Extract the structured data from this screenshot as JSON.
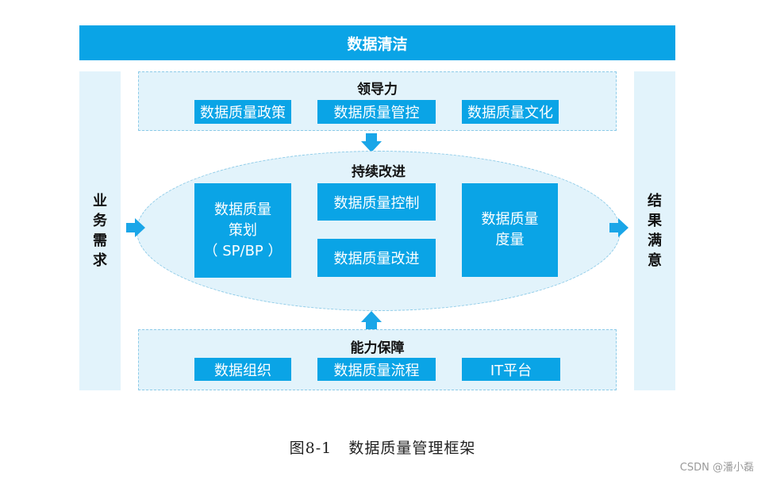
{
  "top_banner": {
    "label": "数据清洁"
  },
  "left_panel": {
    "chars": [
      "业",
      "务",
      "需",
      "求"
    ]
  },
  "right_panel": {
    "chars": [
      "结",
      "果",
      "满",
      "意"
    ]
  },
  "leadership": {
    "title": "领导力",
    "items": [
      "数据质量政策",
      "数据质量管控",
      "数据质量文化"
    ]
  },
  "improvement": {
    "title": "持续改进",
    "planning": {
      "line1": "数据质量",
      "line2": "策划",
      "line3": "（ SP/BP ）"
    },
    "control": "数据质量控制",
    "improve": "数据质量改进",
    "measure": {
      "line1": "数据质量",
      "line2": "度量"
    }
  },
  "capability": {
    "title": "能力保障",
    "items": [
      "数据组织",
      "数据质量流程",
      "IT平台"
    ]
  },
  "caption": "图8-1   数据质量管理框架",
  "watermark": "CSDN @潘小磊",
  "colors": {
    "accent_blue": "#0aa4e6",
    "panel_bg": "#e2f3fb",
    "dashed_border": "#8dcbe8",
    "arrow_blue": "#1aa6e8"
  }
}
